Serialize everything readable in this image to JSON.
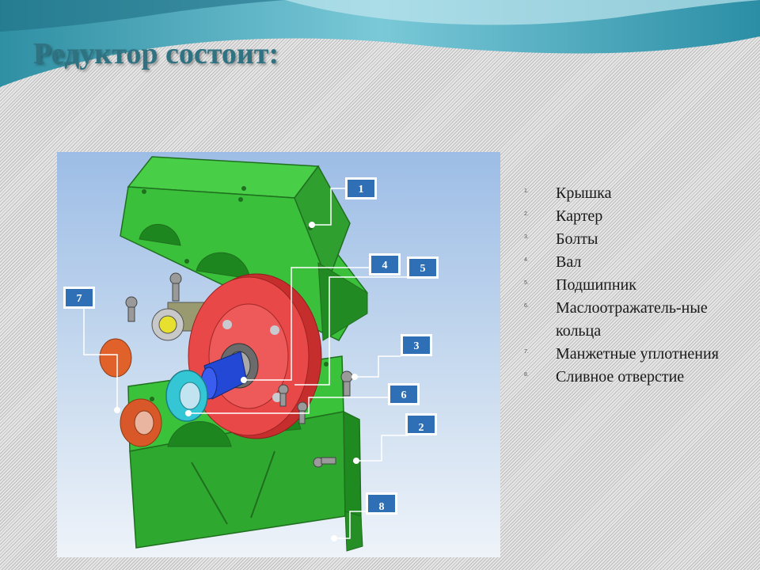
{
  "title": "Редуктор состоит:",
  "colors": {
    "title": "#2f7383",
    "housing": "#2fb52f",
    "gear": "#e53a3a",
    "shaft": "#2448d6",
    "oil_ring": "#35c6d6",
    "seal": "#e0622a",
    "canvas": "#a9c6e8"
  },
  "callouts": [
    {
      "label": "1"
    },
    {
      "label": "4"
    },
    {
      "label": "5"
    },
    {
      "label": "7"
    },
    {
      "label": "3"
    },
    {
      "label": "6"
    },
    {
      "label": "2"
    },
    {
      "label": "8"
    }
  ],
  "parts": [
    {
      "num": "1.",
      "label": "Крышка"
    },
    {
      "num": "2.",
      "label": "Картер"
    },
    {
      "num": "3.",
      "label": "Болты"
    },
    {
      "num": "4.",
      "label": "Вал"
    },
    {
      "num": "5.",
      "label": "Подшипник"
    },
    {
      "num": "6.",
      "label": "Маслоотражатель-ные кольца"
    },
    {
      "num": "7.",
      "label": "Манжетные уплотнения"
    },
    {
      "num": "8.",
      "label": "Сливное отверстие"
    }
  ]
}
